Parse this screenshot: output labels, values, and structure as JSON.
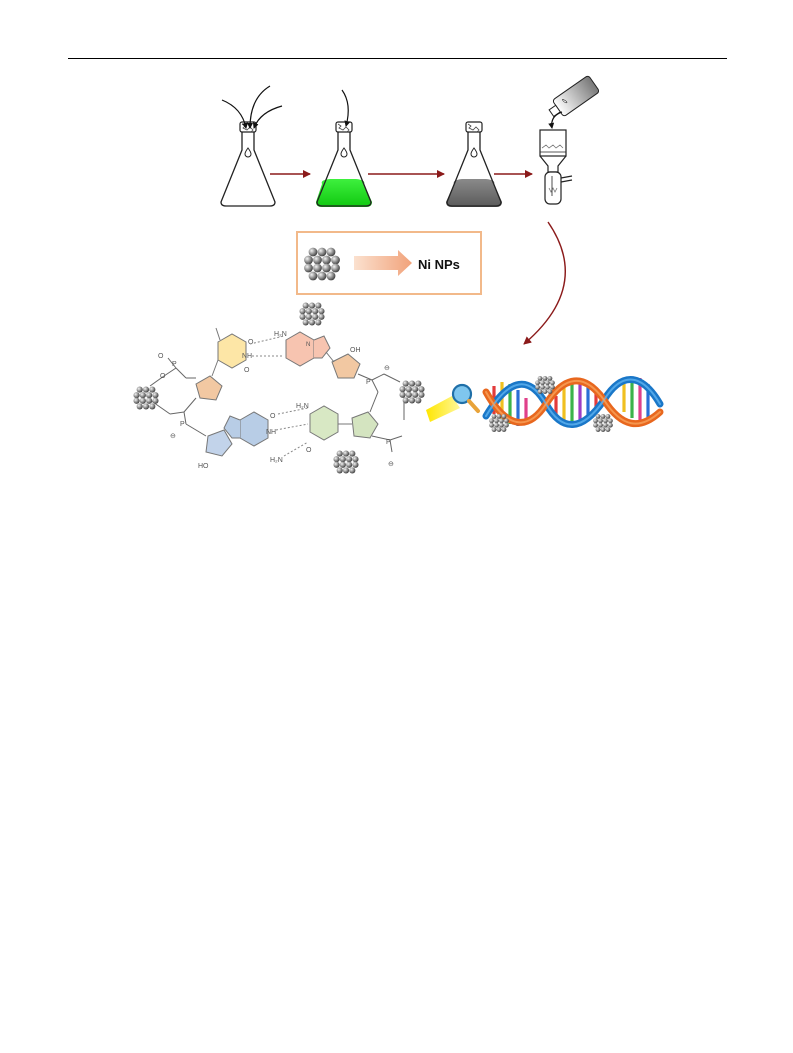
{
  "legend": {
    "label": "Ni NPs"
  },
  "chem_labels": {
    "nh2": "H₂N",
    "oh": "OH",
    "ho": "HO",
    "n": "N",
    "nh": "NH",
    "o": "O",
    "p": "P",
    "minus": "⊖"
  },
  "colors": {
    "arrow": "#8b1a1a",
    "green_solution": "#22e022",
    "grey_solution": "#6a6a6a",
    "legend_border": "#f2b98a",
    "legend_arrow": "#f4b690",
    "thymine": "#fde6a6",
    "adenine": "#f7c4b0",
    "guanine": "#b8cde6",
    "cytosine": "#d8e8c4",
    "sugar": "#f2c8a2",
    "sugar_blue": "#c2d3ea",
    "sugar_green": "#d4e4c0",
    "magnifier": "#3aa0d8",
    "beam": "#ffee00"
  },
  "icons": [
    "flask-icon",
    "funnel-icon",
    "bottle-icon",
    "nanoparticle-cluster-icon",
    "magnifier-icon",
    "dna-helix-icon"
  ]
}
